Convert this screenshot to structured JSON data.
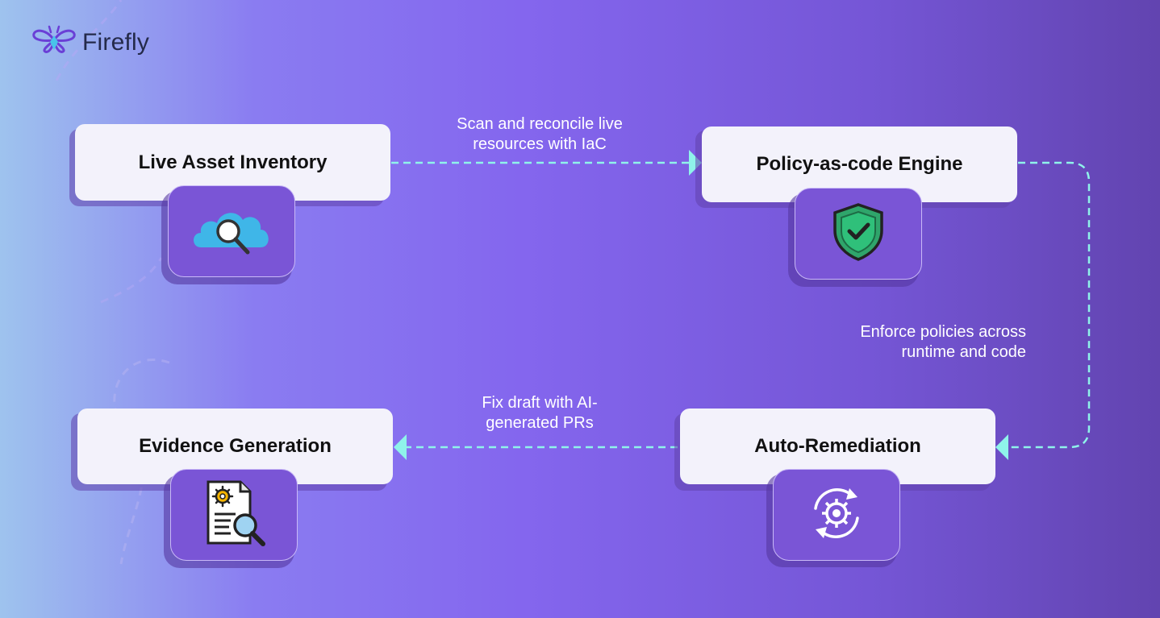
{
  "brand": {
    "name": "Firefly",
    "logo_icon": "firefly-logo-icon"
  },
  "nodes": {
    "inventory": {
      "label": "Live Asset Inventory",
      "icon": "cloud-search-icon"
    },
    "policy": {
      "label": "Policy-as-code Engine",
      "icon": "shield-check-icon"
    },
    "remediation": {
      "label": "Auto-Remediation",
      "icon": "gear-cycle-icon"
    },
    "evidence": {
      "label": "Evidence Generation",
      "icon": "document-search-icon"
    }
  },
  "edges": {
    "inventory_to_policy": {
      "line1": "Scan and reconcile live",
      "line2": "resources with IaC"
    },
    "policy_to_remediation": {
      "line1": "Enforce policies across",
      "line2": "runtime and code"
    },
    "remediation_to_evidence": {
      "line1": "Fix draft with AI-",
      "line2": "generated PRs"
    }
  },
  "colors": {
    "connector": "#8ff3ea",
    "card": "#f3f2fb",
    "icon_box": "#7a55d6",
    "cloud": "#3fb6e8",
    "shield": "#2fa56b"
  }
}
